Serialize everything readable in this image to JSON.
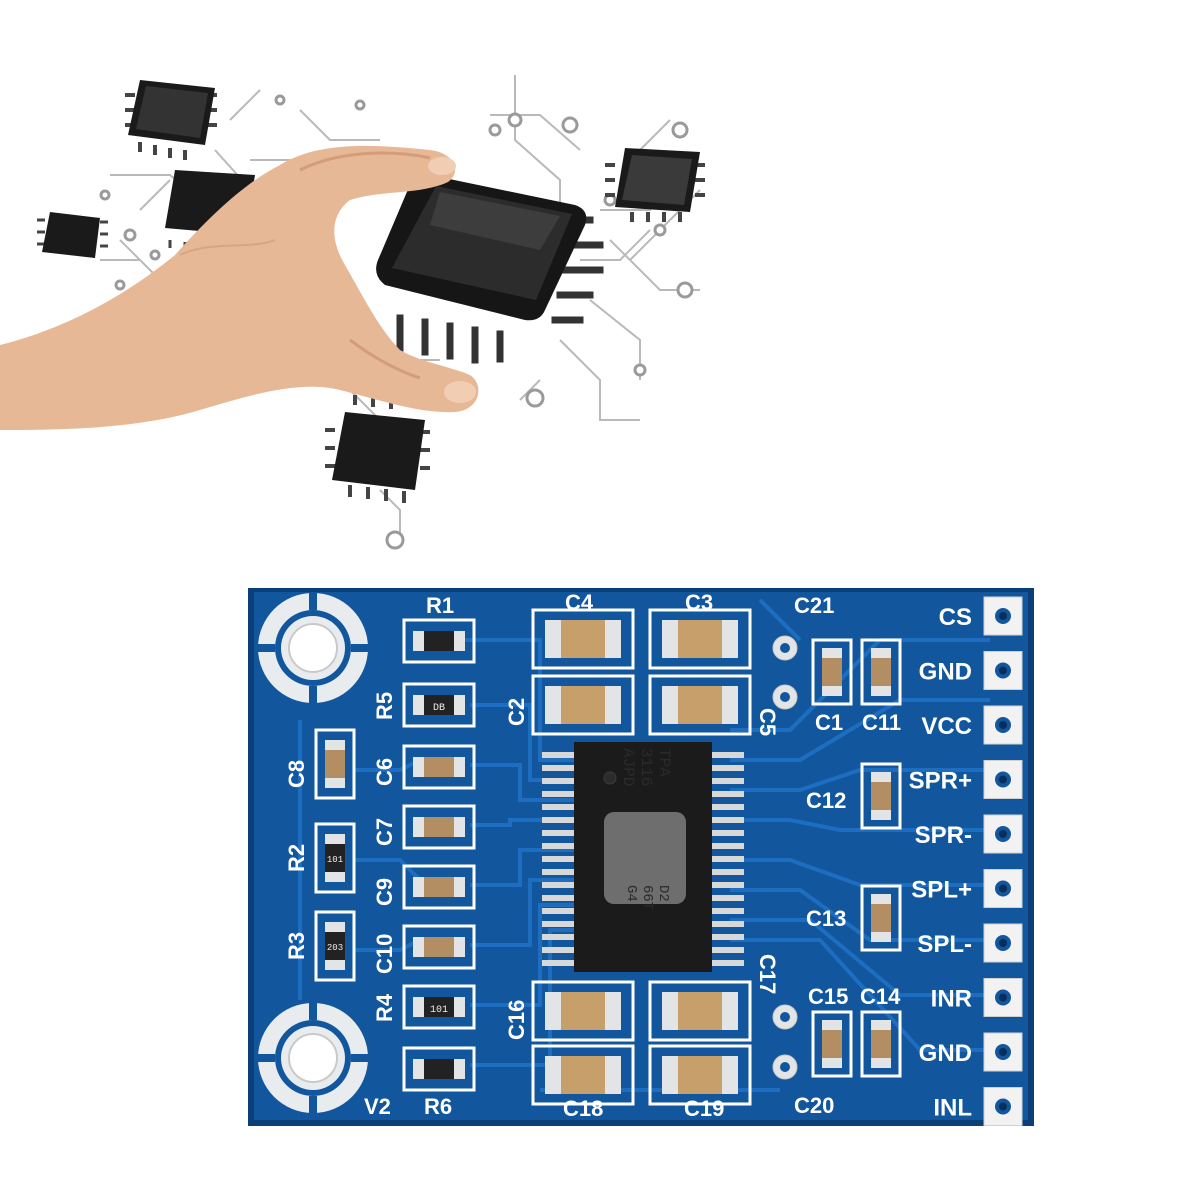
{
  "board": {
    "ic": {
      "marking": [
        "TPA",
        "3116",
        "AJPD"
      ],
      "marking_lower": [
        "D2",
        "66T",
        "G4"
      ]
    },
    "silkscreen": {
      "R1": "R1",
      "R2": "R2",
      "R3": "R3",
      "R4": "R4",
      "R5": "R5",
      "R6": "R6",
      "C1": "C1",
      "C2": "C2",
      "C3": "C3",
      "C4": "C4",
      "C5": "C5",
      "C6": "C6",
      "C7": "C7",
      "C8": "C8",
      "C9": "C9",
      "C10": "C10",
      "C11": "C11",
      "C12": "C12",
      "C13": "C13",
      "C14": "C14",
      "C15": "C15",
      "C16": "C16",
      "C17": "C17",
      "C18": "C18",
      "C20": "C20",
      "C21": "C21",
      "V2": "V2"
    },
    "resistor_codes": {
      "R1": "",
      "R2": "101",
      "R3": "203",
      "R4": "101",
      "R5": "DB",
      "R6": ""
    },
    "pins": [
      "CS",
      "GND",
      "VCC",
      "SPR+",
      "SPR-",
      "SPL+",
      "SPL-",
      "INR",
      "GND",
      "INL"
    ]
  },
  "colors": {
    "pcb": "#12579e",
    "pcb_edge": "#0b3f78",
    "trace": "#1d6dc0",
    "pad": "#e2e4e6",
    "silk": "#ffffff",
    "ic_body": "#1b1b1b",
    "capacitor": "#c79f6a",
    "circuit_lines": "#bdbdbd",
    "skin": "#e8b896"
  }
}
